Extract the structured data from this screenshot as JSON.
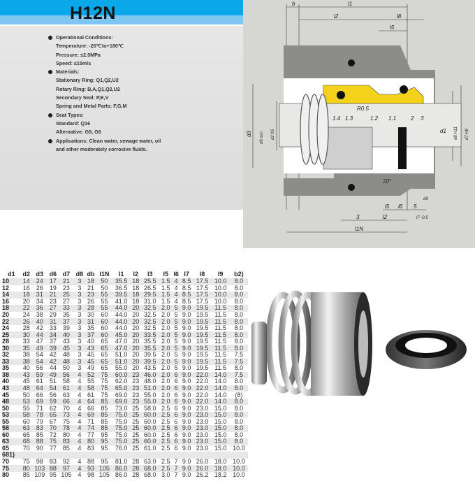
{
  "title": "H12N",
  "specs": [
    {
      "heading": "Operational Conditions:",
      "lines": [
        "Temperature: -20℃to+180℃",
        "Pressure: ≤2.5MPa",
        "Speed: ≤15m/s"
      ]
    },
    {
      "heading": "Materials:",
      "lines": [
        "Stationary Ring: Q1,Q2,U2",
        "Rotary Ring: B,A,Q1,Q2,U2",
        "Secondary Seal: P,E,V",
        "Spring and Metal Parts: F,G,M"
      ]
    },
    {
      "heading": "Seat Types:",
      "lines": [
        "Standard: Q16",
        "Alternative:  G9,  G6"
      ]
    },
    {
      "heading": "Applications: Clean water, sewage water, oil",
      "lines": [
        "and other moderately corrosive fluids."
      ]
    }
  ],
  "drawing_labels": {
    "b": "b",
    "l1": "l1",
    "l2": "l2",
    "l8": "l8",
    "l5": "l5",
    "p14": "1.4",
    "p13": "1.3",
    "p12": "1.2",
    "p11": "1.1",
    "p2": "2",
    "p3": "3",
    "d3": "d3",
    "d6": "d6 min",
    "d2": "d2 h5",
    "d1": "d1",
    "d8": "d8 H11",
    "d7": "d7 H8",
    "ang": "20°",
    "r": "R0.5",
    "l6": "l6",
    "five": "5",
    "three": "3",
    "l7": "l7 -0.5",
    "l1N": "l1N",
    "d9": "d9"
  },
  "table": {
    "headers": [
      "d1",
      "d2",
      "d3",
      "d6",
      "d7",
      "d8",
      "db",
      "l1N",
      "l1",
      "l2",
      "l3",
      "l5",
      "l6",
      "l7",
      "l8",
      "l9",
      "b2)"
    ],
    "rows": [
      [
        "10",
        "14",
        "24",
        "17",
        "21",
        "3",
        "18",
        "50",
        "35.5",
        "18",
        "25.5",
        "1.5",
        "4",
        "8.5",
        "17.5",
        "10.0",
        "8.0"
      ],
      [
        "12",
        "16",
        "26",
        "19",
        "23",
        "3",
        "21",
        "50",
        "36.5",
        "18",
        "26.5",
        "1.5",
        "4",
        "8.5",
        "17.5",
        "10.0",
        "8.0"
      ],
      [
        "14",
        "18",
        "31",
        "21",
        "25",
        "3",
        "23",
        "55",
        "39.5",
        "18",
        "29.5",
        "1.5",
        "4",
        "8.5",
        "17.5",
        "10.0",
        "8.0"
      ],
      [
        "16",
        "20",
        "34",
        "23",
        "27",
        "3",
        "26",
        "55",
        "41.0",
        "18",
        "31.0",
        "1.5",
        "4",
        "8.5",
        "17.5",
        "10.0",
        "8.0"
      ],
      [
        "18",
        "22",
        "36",
        "27",
        "33",
        "3",
        "28",
        "55",
        "44.0",
        "20",
        "32.5",
        "2.0",
        "5",
        "9.0",
        "19.5",
        "11.5",
        "8.0"
      ],
      [
        "20",
        "24",
        "38",
        "29",
        "35",
        "3",
        "30",
        "60",
        "44.0",
        "20",
        "32.5",
        "2.0",
        "5",
        "9.0",
        "19.5",
        "11.5",
        "8.0"
      ],
      [
        "22",
        "26",
        "40",
        "31",
        "37",
        "3",
        "31",
        "60",
        "44.0",
        "20",
        "32.5",
        "2.0",
        "5",
        "9.0",
        "19.5",
        "11.5",
        "8.0"
      ],
      [
        "24",
        "28",
        "42",
        "33",
        "39",
        "3",
        "35",
        "60",
        "44.0",
        "20",
        "32.5",
        "2.0",
        "5",
        "9.0",
        "19.5",
        "11.5",
        "8.0"
      ],
      [
        "25",
        "30",
        "44",
        "34",
        "40",
        "3",
        "37",
        "60",
        "45.0",
        "20",
        "33.5",
        "2.0",
        "5",
        "9.0",
        "19.5",
        "11.5",
        "8.0"
      ],
      [
        "28",
        "33",
        "47",
        "37",
        "43",
        "3",
        "40",
        "65",
        "47.0",
        "20",
        "35.5",
        "2.0",
        "5",
        "9.0",
        "19.5",
        "11.5",
        "8.0"
      ],
      [
        "30",
        "35",
        "49",
        "39",
        "45",
        "3",
        "43",
        "65",
        "47.0",
        "20",
        "35.5",
        "2.0",
        "5",
        "9.0",
        "19.5",
        "11.5",
        "8.0"
      ],
      [
        "32",
        "38",
        "54",
        "42",
        "48",
        "3",
        "45",
        "65",
        "51.0",
        "20",
        "39.5",
        "2.0",
        "5",
        "9.0",
        "19.5",
        "11.5",
        "7.5"
      ],
      [
        "33",
        "38",
        "54",
        "42",
        "48",
        "3",
        "45",
        "65",
        "51.0",
        "20",
        "39.5",
        "2.0",
        "5",
        "9.0",
        "19.5",
        "11.5",
        "7.5"
      ],
      [
        "35",
        "40",
        "56",
        "44",
        "50",
        "3",
        "49",
        "65",
        "55.0",
        "20",
        "43.5",
        "2.0",
        "5",
        "9.0",
        "19.5",
        "11.5",
        "8.0"
      ],
      [
        "38",
        "43",
        "59",
        "49",
        "56",
        "4",
        "52",
        "75",
        "60.0",
        "23",
        "46.0",
        "2.0",
        "6",
        "9.0",
        "22.0",
        "14.0",
        "7.5"
      ],
      [
        "40",
        "45",
        "61",
        "51",
        "58",
        "4",
        "55",
        "75",
        "62.0",
        "23",
        "48.0",
        "2.0",
        "6",
        "9.0",
        "22.0",
        "14.0",
        "8.0"
      ],
      [
        "43",
        "48",
        "64",
        "54",
        "61",
        "4",
        "58",
        "75",
        "65.0",
        "23",
        "51.0",
        "2.0",
        "6",
        "9.0",
        "22.0",
        "14.0",
        "8.0"
      ],
      [
        "45",
        "50",
        "66",
        "56",
        "63",
        "4",
        "61",
        "75",
        "69.0",
        "23",
        "55.0",
        "2.0",
        "6",
        "9.0",
        "22.0",
        "14.0",
        "(8)"
      ],
      [
        "48",
        "53",
        "69",
        "59",
        "66",
        "4",
        "64",
        "85",
        "69.0",
        "23",
        "55.0",
        "2.0",
        "6",
        "9.0",
        "22.0",
        "14.0",
        "8.0"
      ],
      [
        "50",
        "55",
        "71",
        "62",
        "70",
        "4",
        "66",
        "85",
        "73.0",
        "25",
        "58.0",
        "2.5",
        "6",
        "9.0",
        "23.0",
        "15.0",
        "8.0"
      ],
      [
        "53",
        "58",
        "78",
        "65",
        "73",
        "4",
        "69",
        "85",
        "75.0",
        "25",
        "60.0",
        "2.5",
        "6",
        "9.0",
        "23.0",
        "15.0",
        "8.0"
      ],
      [
        "55",
        "60",
        "79",
        "67",
        "75",
        "4",
        "71",
        "85",
        "75.0",
        "25",
        "60.0",
        "2.5",
        "6",
        "9.0",
        "23.0",
        "15.0",
        "8.0"
      ],
      [
        "58",
        "63",
        "83",
        "70",
        "78",
        "4",
        "74",
        "85",
        "75.0",
        "25",
        "60.0",
        "2.5",
        "6",
        "9.0",
        "23.0",
        "15.0",
        "8.0"
      ],
      [
        "60",
        "65",
        "85",
        "72",
        "80",
        "4",
        "77",
        "95",
        "75.0",
        "25",
        "60.0",
        "2.5",
        "6",
        "9.0",
        "23.0",
        "15.0",
        "8.0"
      ],
      [
        "63",
        "68",
        "88",
        "75",
        "83",
        "4",
        "80",
        "95",
        "75.0",
        "25",
        "60.0",
        "2.5",
        "6",
        "9.0",
        "23.0",
        "15.0",
        "8.0"
      ],
      [
        "65",
        "70",
        "90",
        "77",
        "85",
        "4",
        "83",
        "95",
        "76.0",
        "25",
        "61.0",
        "2.5",
        "6",
        "9.0",
        "23.0",
        "15.0",
        "10.0"
      ],
      [
        "681)",
        "",
        "",
        "",
        "",
        "",
        "",
        "",
        "",
        "",
        "",
        "",
        "",
        "",
        "",
        "",
        ""
      ],
      [
        "70",
        "75",
        "98",
        "83",
        "92",
        "4",
        "88",
        "95",
        "81.0",
        "28",
        "63.0",
        "2.5",
        "7",
        "9.0",
        "26.0",
        "18.0",
        "10.0"
      ],
      [
        "75",
        "80",
        "103",
        "88",
        "97",
        "4",
        "93",
        "105",
        "86.0",
        "28",
        "68.0",
        "2.5",
        "7",
        "9.0",
        "26.0",
        "18.0",
        "10.0"
      ],
      [
        "80",
        "85",
        "109",
        "95",
        "105",
        "4",
        "98",
        "105",
        "86.0",
        "28",
        "68.0",
        "3.0",
        "7",
        "9.0",
        "26.2",
        "18.2",
        "10.0"
      ]
    ]
  },
  "colors": {
    "header_blue": "#0aa8e8",
    "header_light_blue": "#7fc6f0",
    "seal_yellow": "#f2d21a"
  }
}
